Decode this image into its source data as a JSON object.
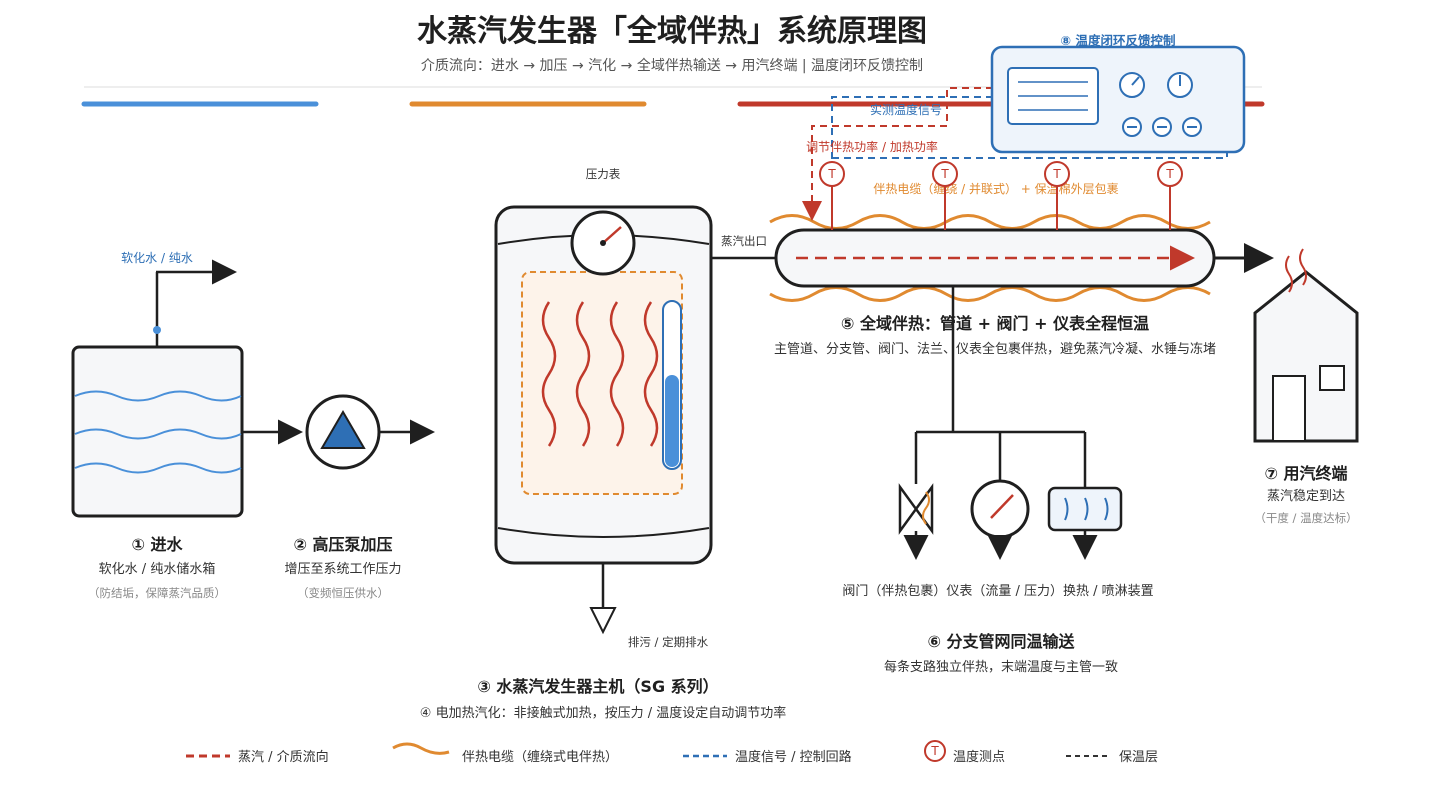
{
  "title": "水蒸汽发生器「全域伴热」系统原理图",
  "subtitle": "介质流向：进水 → 加压 → 汽化 → 全域伴热输送 → 用汽终端    |    温度闭环反馈控制",
  "colors": {
    "blue": "#4a90d9",
    "orange": "#e08a30",
    "red": "#c0392b",
    "dark": "#1f1f1f",
    "panel_blue": "#2e6fb5"
  },
  "step1": {
    "label": "① 进水",
    "desc": "软化水 / 纯水储水箱",
    "note": "（防结垢，保障蒸汽品质）",
    "inlet_label": "软化水 / 纯水"
  },
  "step2": {
    "label": "② 高压泵加压",
    "desc": "增压至系统工作压力",
    "note": "（变频恒压供水）"
  },
  "step3": {
    "label": "③ 水蒸汽发生器主机（SG 系列）",
    "desc": "④ 电加热汽化：非接触式加热，按压力 / 温度设定自动调节功率",
    "gauge_label": "压力表",
    "outlet_label": "蒸汽出口",
    "drain_label": "排污 / 定期排水"
  },
  "step5": {
    "label": "⑤ 全域伴热：管道 + 阀门 + 仪表全程恒温",
    "desc": "主管道、分支管、阀门、法兰、仪表全包裹伴热，避免蒸汽冷凝、水锤与冻堵",
    "cable_label": "伴热电缆（缠绕 / 并联式） + 保温棉外层包裹"
  },
  "step6": {
    "label": "⑥ 分支管网同温输送",
    "desc": "每条支路独立伴热，末端温度与主管一致",
    "branch_labels": "阀门（伴热包裹）仪表（流量 / 压力）换热 / 喷淋装置"
  },
  "step7": {
    "label": "⑦ 用汽终端",
    "desc": "蒸汽稳定到达",
    "note": "（干度 / 温度达标）"
  },
  "step8": {
    "label": "⑧ 温度闭环反馈控制",
    "signal_label": "实测温度信号",
    "control_label": "调节伴热功率 / 加热功率"
  },
  "sensor_symbol": "T",
  "legend": [
    {
      "label": "蒸汽 / 介质流向"
    },
    {
      "label": "伴热电缆（缠绕式电伴热）"
    },
    {
      "label": "温度信号 / 控制回路"
    },
    {
      "label": "温度测点"
    },
    {
      "label": "保温层"
    }
  ]
}
